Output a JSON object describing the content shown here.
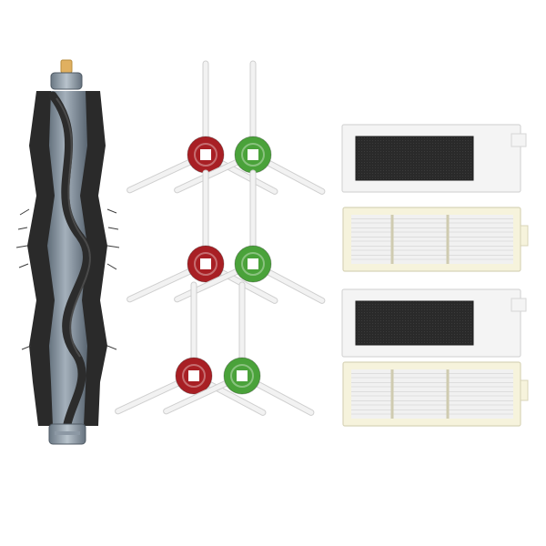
{
  "image": {
    "subject": "robot-vacuum-replacement-parts-kit",
    "background_color": "#ffffff"
  },
  "parts": {
    "main_brush": {
      "count": 1,
      "core_color": "#8a97a3",
      "bristle_color": "#2a2a2a",
      "tip_color": "#e0b060"
    },
    "side_brushes": [
      {
        "hub_color": "#a81f24",
        "arm_color": "#f2f2f2"
      },
      {
        "hub_color": "#4aa23a",
        "arm_color": "#f2f2f2"
      },
      {
        "hub_color": "#a81f24",
        "arm_color": "#f2f2f2"
      },
      {
        "hub_color": "#4aa23a",
        "arm_color": "#f2f2f2"
      },
      {
        "hub_color": "#a81f24",
        "arm_color": "#f2f2f2"
      },
      {
        "hub_color": "#4aa23a",
        "arm_color": "#f2f2f2"
      }
    ],
    "sponge_filters": {
      "count": 2,
      "frame_color": "#f4f4f4",
      "foam_color": "#2b2b2b"
    },
    "hepa_filters": {
      "count": 2,
      "frame_color": "#f6f3dc",
      "media_color": "#e8e8e8"
    }
  }
}
